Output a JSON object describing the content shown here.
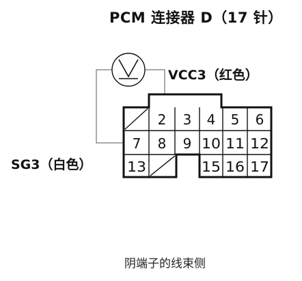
{
  "title": "PCM 连接器 D（17 针）",
  "vcc3_label": "VCC3（红色）",
  "sg3_label": "SG3（白色）",
  "caption": "阴端子的线束侧",
  "meter_symbol": "voltmeter-V-icon",
  "connector": {
    "pins": [
      "2",
      "3",
      "4",
      "5",
      "6",
      "7",
      "8",
      "9",
      "10",
      "11",
      "12",
      "13",
      "15",
      "16",
      "17"
    ]
  }
}
